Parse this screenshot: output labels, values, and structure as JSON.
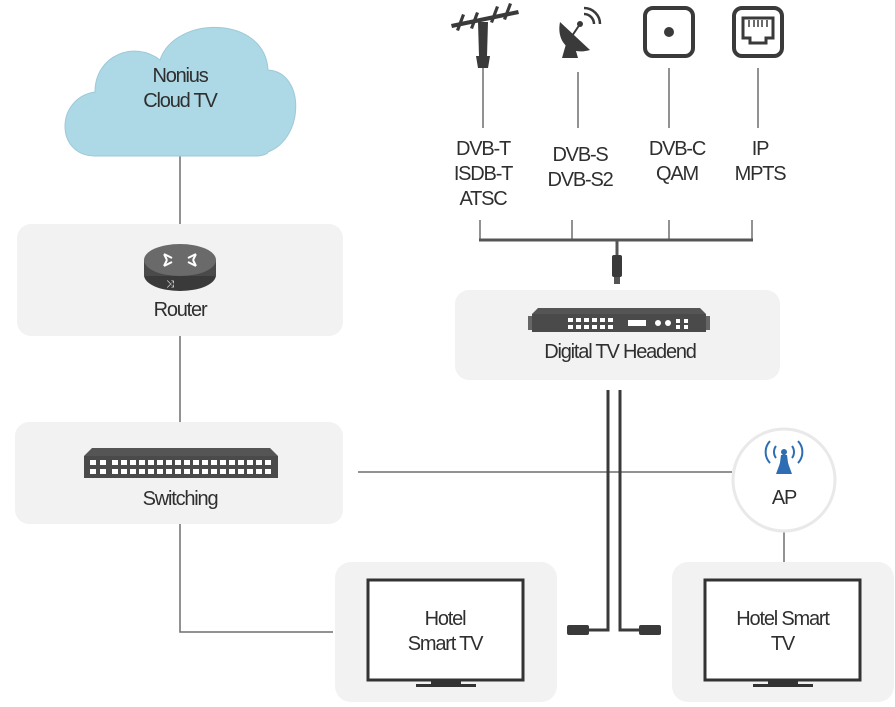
{
  "cloud": {
    "line1": "Nonius",
    "line2": "Cloud TV"
  },
  "router": {
    "label": "Router"
  },
  "switching": {
    "label": "Switching"
  },
  "headend": {
    "label": "Digital TV Headend"
  },
  "ap": {
    "label": "AP"
  },
  "sources": [
    {
      "icon": "antenna-icon",
      "lines": [
        "DVB-T",
        "ISDB-T",
        "ATSC"
      ]
    },
    {
      "icon": "satellite-dish-icon",
      "lines": [
        "DVB-S",
        "DVB-S2"
      ]
    },
    {
      "icon": "coax-outlet-icon",
      "lines": [
        "DVB-C",
        "QAM"
      ]
    },
    {
      "icon": "ethernet-port-icon",
      "lines": [
        "IP",
        "MPTS"
      ]
    }
  ],
  "tv_left": {
    "line1": "Hotel",
    "line2": "Smart TV"
  },
  "tv_right": {
    "line1": "Hotel Smart",
    "line2": "TV"
  },
  "colors": {
    "cloud": "#add8e6",
    "box": "#f2f2f2",
    "line": "#6e6e6e",
    "icon": "#3a3a3a"
  }
}
